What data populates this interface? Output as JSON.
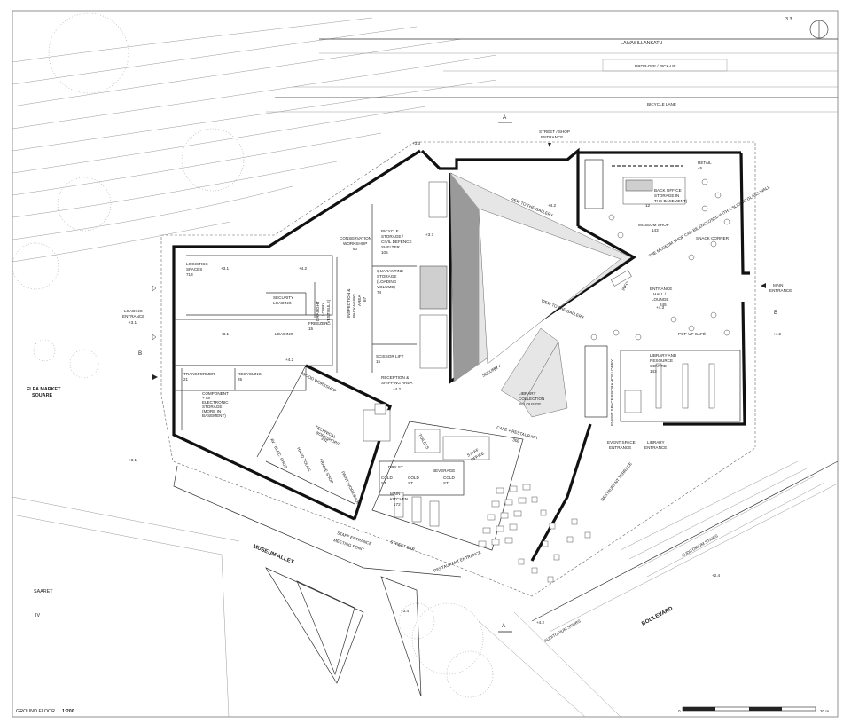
{
  "sheet": {
    "number": "3.3",
    "title": "GROUND FLOOR",
    "scale": "1:200",
    "scale_bar_start": "0",
    "scale_bar_end": "20 m"
  },
  "streets": {
    "laivasillankatu": "LAIVASILLANKATU",
    "drop_off": "DROP-OFF / PICK-UP",
    "bicycle_lane": "BICYCLE LANE",
    "museum_alley": "MUSEUM ALLEY",
    "boulevard": "BOULEVARD",
    "flea_market_1": "FLEA MARKET",
    "flea_market_2": "SQUARE",
    "saaret": "SAARET",
    "saaret_iv": "IV",
    "street_bar": "STREET BAR",
    "auditorium_stairs": "AUDITORIUM STAIRS"
  },
  "entrances": {
    "street_shop_1": "STREET / SHOP",
    "street_shop_2": "ENTRANCE",
    "main_1": "MAIN",
    "main_2": "ENTRANCE",
    "loading_1": "LOADING",
    "loading_2": "ENTRANCE",
    "staff": "STAFF ENTRANCE",
    "meeting_point": "MEETING POINT",
    "restaurant": "RESTAURANT ENTRANCE",
    "event_space_1": "EVENT SPACE",
    "event_space_2": "ENTRANCE",
    "library_1": "LIBRARY",
    "library_2": "ENTRANCE"
  },
  "section_marks": {
    "a": "A",
    "b": "B"
  },
  "levels": {
    "l33": "+3.3",
    "l42": "+4.2",
    "l37": "+3.7",
    "l31": "+3.1",
    "l34": "+3.4",
    "l24": "+2.4",
    "l43": "+4.3"
  },
  "rooms": {
    "retail": "RETAIL",
    "retail_n": "45",
    "back_office_1": "BACK OFFICE",
    "back_office_2": "STORAGE IN",
    "back_office_3": "THE BASEMENT)",
    "back_office_n": "12",
    "museum_shop": "MUSEUM SHOP",
    "museum_shop_n": "143",
    "snack_corner": "SNACK CORNER",
    "conservation_1": "CONSERVATION",
    "conservation_2": "WORKSHOP",
    "conservation_n": "60",
    "bicycle_1": "BICYCLE",
    "bicycle_2": "STORAGE /",
    "bicycle_3": "CIVIL DEFENCE",
    "bicycle_4": "SHELTER",
    "bicycle_n": "105",
    "quarantine_1": "QUARANTINE",
    "quarantine_2": "STORAGE",
    "quarantine_3": "(LOADING",
    "quarantine_4": "VOLUME)",
    "quarantine_n": "74",
    "logistics_1": "LOGISTICS",
    "logistics_2": "SPACES",
    "logistics_n": "713",
    "security_loading_1": "SECURITY",
    "security_loading_2": "LOADING",
    "draught_1": "DRAUGHT",
    "draught_2": "LOBBY",
    "draught_3": "(VESTIBULE)",
    "inspection_1": "INSPECTION &",
    "inspection_2": "PACKAGING",
    "inspection_3": "AREA",
    "inspection_n": "67",
    "freezer": "FREEZER",
    "freezer_n": "15",
    "loading": "LOADING",
    "scissor_lift": "SCISSOR LIFT",
    "scissor_lift_n": "15",
    "reception_1": "RECEPTION &",
    "reception_2": "SHIPPING AREA",
    "transformer": "TRANSFORMER",
    "transformer_n": "21",
    "recycling": "RECYCLING",
    "recycling_n": "25",
    "component_1": "COMPONENT",
    "component_2": "+ AV",
    "component_3": "ELECTRONIC",
    "component_4": "STORAGE",
    "component_5": "(MORE IN",
    "component_6": "BASEMENT)",
    "wood_workshop": "WOOD WORKSHOP",
    "technical_1": "TECHNICAL",
    "technical_2": "WORKSHOPS",
    "technical_n": "232",
    "av_shop": "AV / ELEC. SHOP",
    "hand_tools": "HAND TOOLS",
    "frame_shop": "FRAME SHOP",
    "paint_workshop": "PAINT WORKSHOP",
    "entrance_hall_1": "ENTRANCE",
    "entrance_hall_2": "HALL /",
    "entrance_hall_3": "LOUNGE",
    "entrance_hall_n": "245",
    "info": "INFO",
    "popup_cafe": "POP-UP CAFÉ",
    "library_1": "LIBRARY AND",
    "library_2": "RESOURCE",
    "library_3": "CENTRE",
    "library_n": "143",
    "event_lobby": "EVENT SPACE ENTRANCE LOBBY",
    "security": "SECURITY",
    "security_n": "37",
    "library_collection_1": "LIBRARY",
    "library_collection_2": "COLLECTION",
    "library_collection_3": "IN LOUNGE",
    "cafe_1": "CAFÉ + RESTAURANT",
    "cafe_n": "308",
    "toilets": "TOILETS",
    "staff_office_1": "STAFF",
    "staff_office_2": "OFFICE",
    "dry_st": "DRY ST.",
    "beverage": "BEVERAGE",
    "cold_1": "COLD",
    "cold_2": "ST.",
    "kitchen_1": "MAIN",
    "kitchen_2": "KITCHEN",
    "kitchen_n": "172",
    "restaurant_terrace": "RESTAURANT TERRACE",
    "view_gallery_1": "VIEW TO THE GALLERY",
    "view_gallery_2": "VIEW TO THE GALLERY",
    "gallery_note": "THE MUSEUM SHOP CAN BE ENCLOSED WITH A SLIDING GLASS WALL"
  }
}
